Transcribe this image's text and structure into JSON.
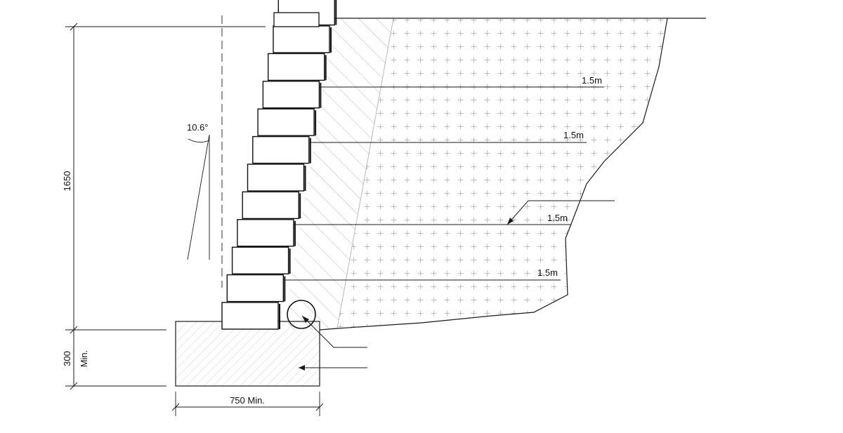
{
  "drawing": {
    "dimensions": {
      "wall_height": "1650",
      "footing_depth": "300",
      "footing_depth_note": "Min.",
      "footing_width": "750 Min.",
      "batter_angle": "10.6°"
    },
    "reinforcement": {
      "layer_lengths": [
        "1.5m",
        "1.5m",
        "1.5m",
        "1.5m"
      ]
    },
    "block_courses": 12
  }
}
